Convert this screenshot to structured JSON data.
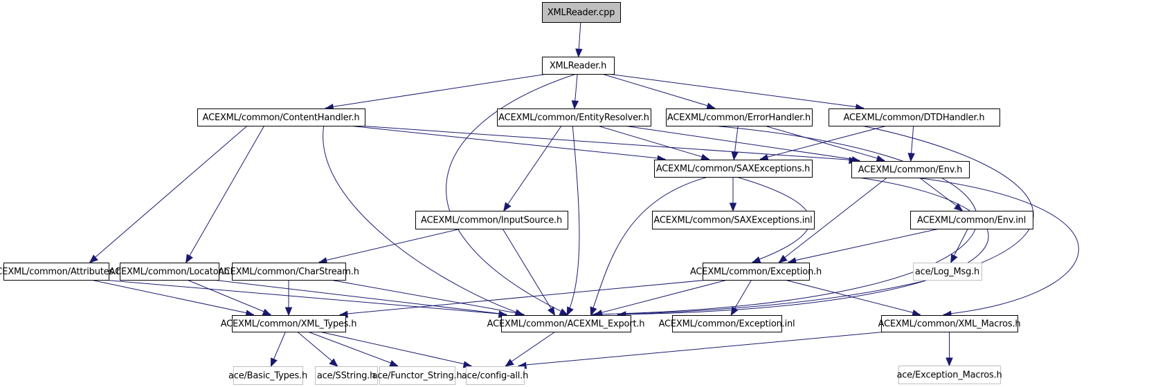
{
  "title": "XMLReader.cpp include dependency graph",
  "colors": {
    "edge": "#191970",
    "root_fill": "#bfbfbf",
    "external_border": "#bfbfbf"
  },
  "nodes": [
    {
      "id": "cpp",
      "label": "XMLReader.cpp",
      "kind": "root"
    },
    {
      "id": "xmlreader_h",
      "label": "XMLReader.h",
      "kind": "file"
    },
    {
      "id": "contenthandler",
      "label": "ACEXML/common/ContentHandler.h",
      "kind": "file"
    },
    {
      "id": "entityresolver",
      "label": "ACEXML/common/EntityResolver.h",
      "kind": "file"
    },
    {
      "id": "errorhandler",
      "label": "ACEXML/common/ErrorHandler.h",
      "kind": "file"
    },
    {
      "id": "dtdhandler",
      "label": "ACEXML/common/DTDHandler.h",
      "kind": "file"
    },
    {
      "id": "saxexceptions",
      "label": "ACEXML/common/SAXExceptions.h",
      "kind": "file"
    },
    {
      "id": "env",
      "label": "ACEXML/common/Env.h",
      "kind": "file"
    },
    {
      "id": "inputsource",
      "label": "ACEXML/common/InputSource.h",
      "kind": "file"
    },
    {
      "id": "saxexceptions_inl",
      "label": "ACEXML/common/SAXExceptions.inl",
      "kind": "file"
    },
    {
      "id": "env_inl",
      "label": "ACEXML/common/Env.inl",
      "kind": "file"
    },
    {
      "id": "attributes",
      "label": "ACEXML/common/Attributes.h",
      "kind": "file"
    },
    {
      "id": "locator",
      "label": "ACEXML/common/Locator.h",
      "kind": "file"
    },
    {
      "id": "charstream",
      "label": "ACEXML/common/CharStream.h",
      "kind": "file"
    },
    {
      "id": "exception",
      "label": "ACEXML/common/Exception.h",
      "kind": "file"
    },
    {
      "id": "log_msg",
      "label": "ace/Log_Msg.h",
      "kind": "external"
    },
    {
      "id": "xml_types",
      "label": "ACEXML/common/XML_Types.h",
      "kind": "file"
    },
    {
      "id": "acexml_export",
      "label": "ACEXML/common/ACEXML_Export.h",
      "kind": "file"
    },
    {
      "id": "exception_inl",
      "label": "ACEXML/common/Exception.inl",
      "kind": "file"
    },
    {
      "id": "xml_macros",
      "label": "ACEXML/common/XML_Macros.h",
      "kind": "file"
    },
    {
      "id": "basic_types",
      "label": "ace/Basic_Types.h",
      "kind": "external"
    },
    {
      "id": "sstring",
      "label": "ace/SString.h",
      "kind": "external"
    },
    {
      "id": "functor_string",
      "label": "ace/Functor_String.h",
      "kind": "external"
    },
    {
      "id": "config_all",
      "label": "ace/config-all.h",
      "kind": "external"
    },
    {
      "id": "exception_macros",
      "label": "ace/Exception_Macros.h",
      "kind": "external"
    }
  ],
  "edges": [
    [
      "cpp",
      "xmlreader_h"
    ],
    [
      "xmlreader_h",
      "contenthandler"
    ],
    [
      "xmlreader_h",
      "entityresolver"
    ],
    [
      "xmlreader_h",
      "errorhandler"
    ],
    [
      "xmlreader_h",
      "dtdhandler"
    ],
    [
      "xmlreader_h",
      "acexml_export"
    ],
    [
      "contenthandler",
      "attributes"
    ],
    [
      "contenthandler",
      "locator"
    ],
    [
      "contenthandler",
      "saxexceptions"
    ],
    [
      "contenthandler",
      "env"
    ],
    [
      "contenthandler",
      "acexml_export"
    ],
    [
      "entityresolver",
      "inputsource"
    ],
    [
      "entityresolver",
      "saxexceptions"
    ],
    [
      "entityresolver",
      "env"
    ],
    [
      "entityresolver",
      "acexml_export"
    ],
    [
      "errorhandler",
      "saxexceptions"
    ],
    [
      "errorhandler",
      "env"
    ],
    [
      "errorhandler",
      "acexml_export"
    ],
    [
      "dtdhandler",
      "saxexceptions"
    ],
    [
      "dtdhandler",
      "env"
    ],
    [
      "dtdhandler",
      "acexml_export"
    ],
    [
      "saxexceptions",
      "saxexceptions_inl"
    ],
    [
      "saxexceptions",
      "exception"
    ],
    [
      "saxexceptions",
      "acexml_export"
    ],
    [
      "env",
      "env_inl"
    ],
    [
      "env",
      "exception"
    ],
    [
      "env",
      "acexml_export"
    ],
    [
      "env",
      "xml_macros"
    ],
    [
      "env_inl",
      "log_msg"
    ],
    [
      "env_inl",
      "exception"
    ],
    [
      "inputsource",
      "charstream"
    ],
    [
      "inputsource",
      "acexml_export"
    ],
    [
      "attributes",
      "xml_types"
    ],
    [
      "attributes",
      "acexml_export"
    ],
    [
      "locator",
      "xml_types"
    ],
    [
      "locator",
      "acexml_export"
    ],
    [
      "charstream",
      "xml_types"
    ],
    [
      "charstream",
      "acexml_export"
    ],
    [
      "exception",
      "xml_types"
    ],
    [
      "exception",
      "acexml_export"
    ],
    [
      "exception",
      "exception_inl"
    ],
    [
      "exception",
      "xml_macros"
    ],
    [
      "xml_types",
      "basic_types"
    ],
    [
      "xml_types",
      "sstring"
    ],
    [
      "xml_types",
      "functor_string"
    ],
    [
      "xml_types",
      "config_all"
    ],
    [
      "acexml_export",
      "config_all"
    ],
    [
      "xml_macros",
      "config_all"
    ],
    [
      "xml_macros",
      "exception_macros"
    ]
  ]
}
